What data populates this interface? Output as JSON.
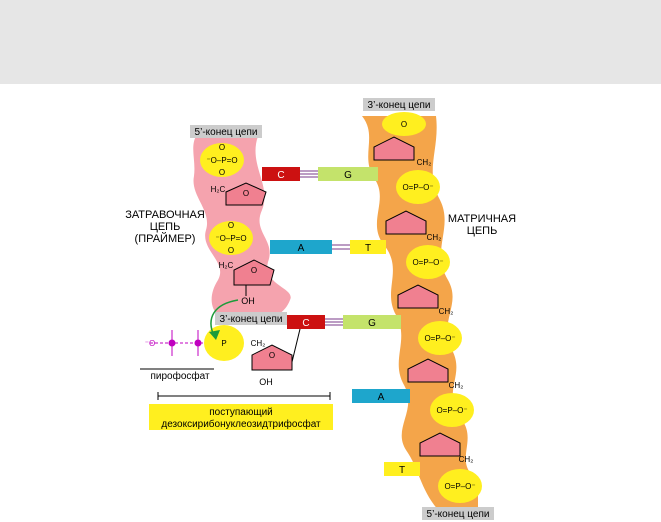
{
  "labels": {
    "primer_title": [
      "ЗАТРАВОЧНАЯ",
      "ЦЕПЬ",
      "(ПРАЙМЕР)"
    ],
    "template_title": [
      "МАТРИЧНАЯ",
      "ЦЕПЬ"
    ],
    "primer_5_end": "5’-конец цепи",
    "template_3_end": "3’-конец цепи",
    "primer_3_end": "3’-конец цепи",
    "template_5_end": "5’-конец цепи",
    "pyrophosphate": "пирофосфат",
    "incoming_nucleotide": [
      "поступающий",
      "дезоксирибонуклеозидтрифосфат"
    ]
  },
  "bases": {
    "primer_1": "C",
    "template_1": "G",
    "primer_2": "A",
    "template_2": "T",
    "incoming": "C",
    "template_3": "G",
    "template_4": "A",
    "template_5": "T"
  },
  "atoms": {
    "O": "O",
    "P": "P",
    "OH": "OH",
    "CH2": "CH₂",
    "H2C": "H₂C",
    "O_minus": "O⁻",
    "minus_O": "⁻O",
    "O_eq": "O=",
    "P_eq": "P=O",
    "eq_O": "=O",
    "O_P_O": "O=P–O⁻",
    "mO_P_O": "⁻O–P=O"
  },
  "colors": {
    "primer_strand": "#f5a3ae",
    "template_strand": "#f4a54a",
    "phosphate": "#ffef1f",
    "sugar": "#f08090",
    "base_C": "#cc1111",
    "base_G": "#c4e36b",
    "base_A": "#1ea6cc",
    "base_T": "#ffef1f",
    "pyrophosphate": "#c000c0",
    "arrow": "#1d9b3a",
    "label_box": "#cccccc",
    "bond": "#7a3a8a"
  }
}
